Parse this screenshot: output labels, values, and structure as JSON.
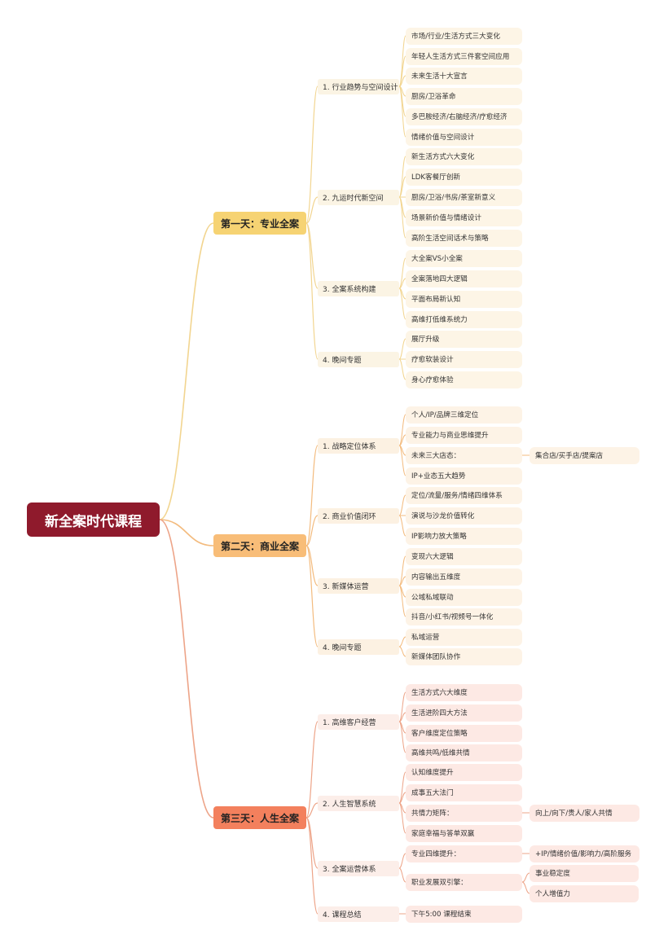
{
  "root": {
    "label": "新全案时代课程"
  },
  "colors": {
    "root": "#8f1a2c",
    "day1": "#f6d373",
    "day2": "#f8bd78",
    "day3": "#f3805d",
    "line1": "#f2d590",
    "line2": "#f3bb7e",
    "line3": "#eda488"
  },
  "days": [
    {
      "label": "第一天：专业全案",
      "sections": [
        {
          "label": "1. 行业趋势与空间设计",
          "items": [
            {
              "label": "市场/行业/生活方式三大变化"
            },
            {
              "label": "年轻人生活方式三件套空间应用"
            },
            {
              "label": "未来生活十大宣言"
            },
            {
              "label": "厨房/卫浴革命"
            },
            {
              "label": "多巴胺经济/右脑经济/疗愈经济"
            },
            {
              "label": "情绪价值与空间设计"
            }
          ]
        },
        {
          "label": "2. 九运时代新空间",
          "items": [
            {
              "label": "新生活方式六大变化"
            },
            {
              "label": "LDK客餐厅创新"
            },
            {
              "label": "厨房/卫浴/书房/茶室新意义"
            },
            {
              "label": "场景新价值与情绪设计"
            },
            {
              "label": "高阶生活空间话术与策略"
            }
          ]
        },
        {
          "label": "3. 全案系统构建",
          "items": [
            {
              "label": "大全案VS小全案"
            },
            {
              "label": "全案落地四大逻辑"
            },
            {
              "label": "平面布局新认知"
            },
            {
              "label": "高维打低维系统力"
            }
          ]
        },
        {
          "label": "4. 晚间专题",
          "items": [
            {
              "label": "展厅升级"
            },
            {
              "label": "疗愈软装设计"
            },
            {
              "label": "身心疗愈体验"
            }
          ]
        }
      ]
    },
    {
      "label": "第二天：商业全案",
      "sections": [
        {
          "label": "1. 战略定位体系",
          "items": [
            {
              "label": "个人/IP/品牌三维定位"
            },
            {
              "label": "专业能力与商业思维提升"
            },
            {
              "label": "未来三大店态：",
              "children": [
                {
                  "label": "集合店/买手店/提案店"
                }
              ]
            },
            {
              "label": "IP+业态五大趋势"
            }
          ]
        },
        {
          "label": "2. 商业价值闭环",
          "items": [
            {
              "label": "定位/流量/服务/情绪四维体系"
            },
            {
              "label": "演说与沙龙价值转化"
            },
            {
              "label": "IP影响力放大策略"
            }
          ]
        },
        {
          "label": "3. 新媒体运营",
          "items": [
            {
              "label": "变现六大逻辑"
            },
            {
              "label": "内容输出五维度"
            },
            {
              "label": "公域私域联动"
            },
            {
              "label": "抖音/小红书/视频号一体化"
            }
          ]
        },
        {
          "label": "4. 晚间专题",
          "items": [
            {
              "label": "私域运营"
            },
            {
              "label": "新媒体团队协作"
            }
          ]
        }
      ]
    },
    {
      "label": "第三天：人生全案",
      "sections": [
        {
          "label": "1. 高维客户经营",
          "items": [
            {
              "label": "生活方式六大维度"
            },
            {
              "label": "生活进阶四大方法"
            },
            {
              "label": "客户维度定位策略"
            },
            {
              "label": "高维共鸣/低维共情"
            }
          ]
        },
        {
          "label": "2. 人生智慧系统",
          "items": [
            {
              "label": "认知维度提升"
            },
            {
              "label": "成事五大法门"
            },
            {
              "label": "共情力矩阵：",
              "children": [
                {
                  "label": "向上/向下/贵人/家人共情"
                }
              ]
            },
            {
              "label": "家庭幸福与答单双赢"
            }
          ]
        },
        {
          "label": "3. 全案运营体系",
          "items": [
            {
              "label": "专业四维提升：",
              "children": [
                {
                  "label": "+IP/情绪价值/影响力/高阶服务"
                }
              ]
            },
            {
              "label": "职业发展双引擎：",
              "children": [
                {
                  "label": "事业稳定度"
                },
                {
                  "label": "个人增值力"
                }
              ]
            }
          ]
        },
        {
          "label": "4. 课程总结",
          "items": [
            {
              "label": "下午5:00 课程结束"
            }
          ]
        }
      ]
    }
  ]
}
